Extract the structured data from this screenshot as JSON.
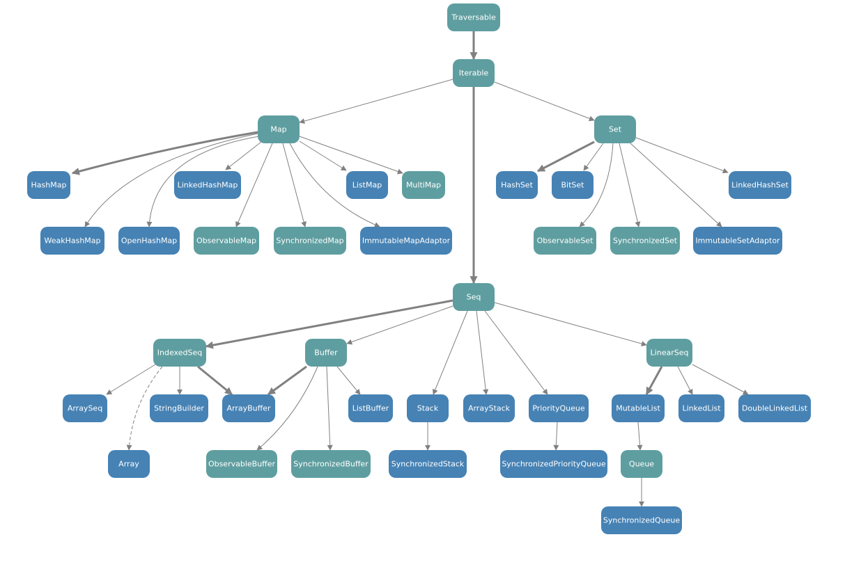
{
  "colors": {
    "trait": "#5f9ea0",
    "class": "#4682b4",
    "edge": "#808080"
  },
  "nodes": [
    {
      "id": "traversable",
      "label": "Traversable",
      "kind": "trait"
    },
    {
      "id": "iterable",
      "label": "Iterable",
      "kind": "trait"
    },
    {
      "id": "map",
      "label": "Map",
      "kind": "trait"
    },
    {
      "id": "set",
      "label": "Set",
      "kind": "trait"
    },
    {
      "id": "seq",
      "label": "Seq",
      "kind": "trait"
    },
    {
      "id": "hashmap",
      "label": "HashMap",
      "kind": "class"
    },
    {
      "id": "linkedhashmap",
      "label": "LinkedHashMap",
      "kind": "class"
    },
    {
      "id": "listmap",
      "label": "ListMap",
      "kind": "class"
    },
    {
      "id": "multimap",
      "label": "MultiMap",
      "kind": "trait"
    },
    {
      "id": "weakhashmap",
      "label": "WeakHashMap",
      "kind": "class"
    },
    {
      "id": "openhashmap",
      "label": "OpenHashMap",
      "kind": "class"
    },
    {
      "id": "observablemap",
      "label": "ObservableMap",
      "kind": "trait"
    },
    {
      "id": "synchronizedmap",
      "label": "SynchronizedMap",
      "kind": "trait"
    },
    {
      "id": "immutablemapadaptor",
      "label": "ImmutableMapAdaptor",
      "kind": "class"
    },
    {
      "id": "hashset",
      "label": "HashSet",
      "kind": "class"
    },
    {
      "id": "bitset",
      "label": "BitSet",
      "kind": "class"
    },
    {
      "id": "linkedhashset",
      "label": "LinkedHashSet",
      "kind": "class"
    },
    {
      "id": "observableset",
      "label": "ObservableSet",
      "kind": "trait"
    },
    {
      "id": "synchronizedset",
      "label": "SynchronizedSet",
      "kind": "trait"
    },
    {
      "id": "immutablesetadaptor",
      "label": "ImmutableSetAdaptor",
      "kind": "class"
    },
    {
      "id": "indexedseq",
      "label": "IndexedSeq",
      "kind": "trait"
    },
    {
      "id": "buffer",
      "label": "Buffer",
      "kind": "trait"
    },
    {
      "id": "linearseq",
      "label": "LinearSeq",
      "kind": "trait"
    },
    {
      "id": "arrayseq",
      "label": "ArraySeq",
      "kind": "class"
    },
    {
      "id": "stringbuilder",
      "label": "StringBuilder",
      "kind": "class"
    },
    {
      "id": "arraybuffer",
      "label": "ArrayBuffer",
      "kind": "class"
    },
    {
      "id": "listbuffer",
      "label": "ListBuffer",
      "kind": "class"
    },
    {
      "id": "stack",
      "label": "Stack",
      "kind": "class"
    },
    {
      "id": "arraystack",
      "label": "ArrayStack",
      "kind": "class"
    },
    {
      "id": "priorityqueue",
      "label": "PriorityQueue",
      "kind": "class"
    },
    {
      "id": "mutablelist",
      "label": "MutableList",
      "kind": "class"
    },
    {
      "id": "linkedlist",
      "label": "LinkedList",
      "kind": "class"
    },
    {
      "id": "doublelinkedlist",
      "label": "DoubleLinkedList",
      "kind": "class"
    },
    {
      "id": "array",
      "label": "Array",
      "kind": "class"
    },
    {
      "id": "observablebuffer",
      "label": "ObservableBuffer",
      "kind": "trait"
    },
    {
      "id": "synchronizedbuffer",
      "label": "SynchronizedBuffer",
      "kind": "trait"
    },
    {
      "id": "synchronizedstack",
      "label": "SynchronizedStack",
      "kind": "class"
    },
    {
      "id": "synchronizedpriorityqueue",
      "label": "SynchronizedPriorityQueue",
      "kind": "class"
    },
    {
      "id": "queue",
      "label": "Queue",
      "kind": "trait"
    },
    {
      "id": "synchronizedqueue",
      "label": "SynchronizedQueue",
      "kind": "class"
    }
  ],
  "edges": [
    {
      "from": "traversable",
      "to": "iterable",
      "style": "thick"
    },
    {
      "from": "iterable",
      "to": "map",
      "style": "thin"
    },
    {
      "from": "iterable",
      "to": "set",
      "style": "thin"
    },
    {
      "from": "iterable",
      "to": "seq",
      "style": "thick"
    },
    {
      "from": "map",
      "to": "hashmap",
      "style": "thick"
    },
    {
      "from": "map",
      "to": "linkedhashmap",
      "style": "thin"
    },
    {
      "from": "map",
      "to": "listmap",
      "style": "thin"
    },
    {
      "from": "map",
      "to": "multimap",
      "style": "thin"
    },
    {
      "from": "map",
      "to": "weakhashmap",
      "style": "thin"
    },
    {
      "from": "map",
      "to": "openhashmap",
      "style": "thin"
    },
    {
      "from": "map",
      "to": "observablemap",
      "style": "thin"
    },
    {
      "from": "map",
      "to": "synchronizedmap",
      "style": "thin"
    },
    {
      "from": "map",
      "to": "immutablemapadaptor",
      "style": "thin"
    },
    {
      "from": "set",
      "to": "hashset",
      "style": "thick"
    },
    {
      "from": "set",
      "to": "bitset",
      "style": "thin"
    },
    {
      "from": "set",
      "to": "linkedhashset",
      "style": "thin"
    },
    {
      "from": "set",
      "to": "observableset",
      "style": "thin"
    },
    {
      "from": "set",
      "to": "synchronizedset",
      "style": "thin"
    },
    {
      "from": "set",
      "to": "immutablesetadaptor",
      "style": "thin"
    },
    {
      "from": "seq",
      "to": "indexedseq",
      "style": "thick"
    },
    {
      "from": "seq",
      "to": "buffer",
      "style": "thin"
    },
    {
      "from": "seq",
      "to": "stack",
      "style": "thin"
    },
    {
      "from": "seq",
      "to": "arraystack",
      "style": "thin"
    },
    {
      "from": "seq",
      "to": "priorityqueue",
      "style": "thin"
    },
    {
      "from": "seq",
      "to": "linearseq",
      "style": "thin"
    },
    {
      "from": "indexedseq",
      "to": "arrayseq",
      "style": "thin"
    },
    {
      "from": "indexedseq",
      "to": "stringbuilder",
      "style": "thin"
    },
    {
      "from": "indexedseq",
      "to": "arraybuffer",
      "style": "thick"
    },
    {
      "from": "indexedseq",
      "to": "array",
      "style": "dashed"
    },
    {
      "from": "buffer",
      "to": "arraybuffer",
      "style": "thick"
    },
    {
      "from": "buffer",
      "to": "listbuffer",
      "style": "thin"
    },
    {
      "from": "buffer",
      "to": "observablebuffer",
      "style": "thin"
    },
    {
      "from": "buffer",
      "to": "synchronizedbuffer",
      "style": "thin"
    },
    {
      "from": "stack",
      "to": "synchronizedstack",
      "style": "thin"
    },
    {
      "from": "priorityqueue",
      "to": "synchronizedpriorityqueue",
      "style": "thin"
    },
    {
      "from": "linearseq",
      "to": "mutablelist",
      "style": "thick"
    },
    {
      "from": "linearseq",
      "to": "linkedlist",
      "style": "thin"
    },
    {
      "from": "linearseq",
      "to": "doublelinkedlist",
      "style": "thin"
    },
    {
      "from": "mutablelist",
      "to": "queue",
      "style": "thin"
    },
    {
      "from": "queue",
      "to": "synchronizedqueue",
      "style": "thin"
    }
  ]
}
